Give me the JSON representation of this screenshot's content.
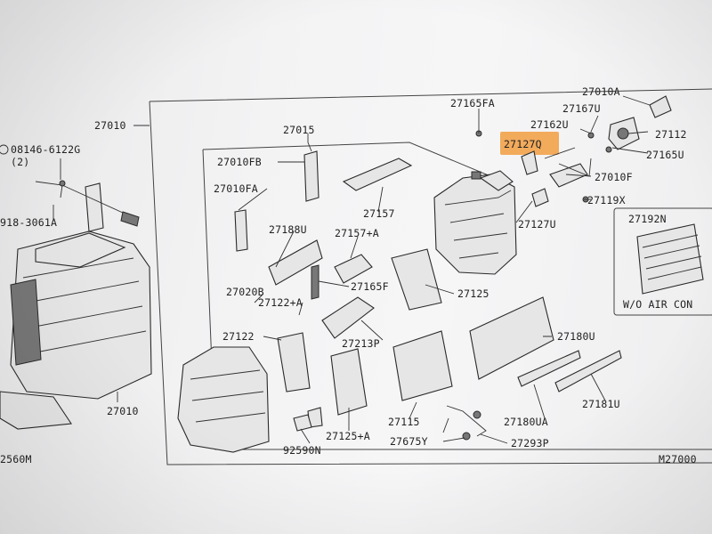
{
  "labels": {
    "l27010_top": "27010",
    "l27015": "27015",
    "l27165FA": "27165FA",
    "l27010A": "27010A",
    "l27167U": "27167U",
    "l27162U": "27162U",
    "l27112": "27112",
    "l27127Q": "27127Q",
    "l27165U": "27165U",
    "l27010F": "27010F",
    "l27119X": "27119X",
    "l27127U": "27127U",
    "l27192N": "27192N",
    "aircon_note": "W/O AIR CON",
    "l08146": "08146-6122G",
    "l08146_qty": "(2)",
    "l918": "918-3061A",
    "l27010FB": "27010FB",
    "l27010FA": "27010FA",
    "l27157": "27157",
    "l27188U": "27188U",
    "l27157A": "27157+A",
    "l27165F": "27165F",
    "l27020B": "27020B",
    "l27122A": "27122+A",
    "l27125": "27125",
    "l27122": "27122",
    "l27213P": "27213P",
    "l27180U": "27180U",
    "l27010_mid": "27010",
    "l27115": "27115",
    "l27180UA": "27180UA",
    "l27181U": "27181U",
    "l27125A": "27125+A",
    "l27675Y": "27675Y",
    "l27293P": "27293P",
    "l92590N": "92590N",
    "l2560M": "2560M",
    "figure_code": "M27000"
  },
  "highlight_color": "#f2a24a"
}
